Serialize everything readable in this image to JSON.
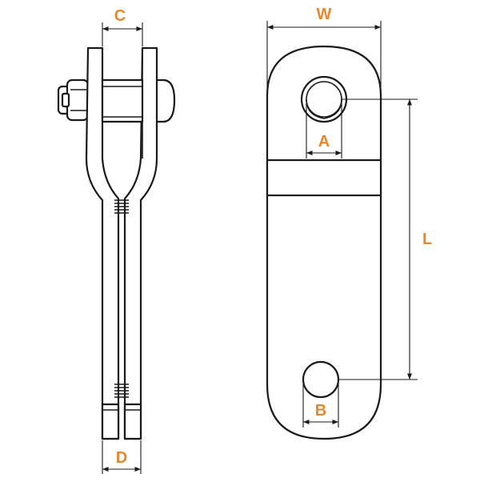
{
  "dimension_labels": {
    "c": "C",
    "w": "W",
    "a": "A",
    "l": "L",
    "b": "B",
    "d": "D"
  },
  "colors": {
    "label": "#e8862b",
    "line": "#1a1a1a",
    "background": "#ffffff"
  }
}
